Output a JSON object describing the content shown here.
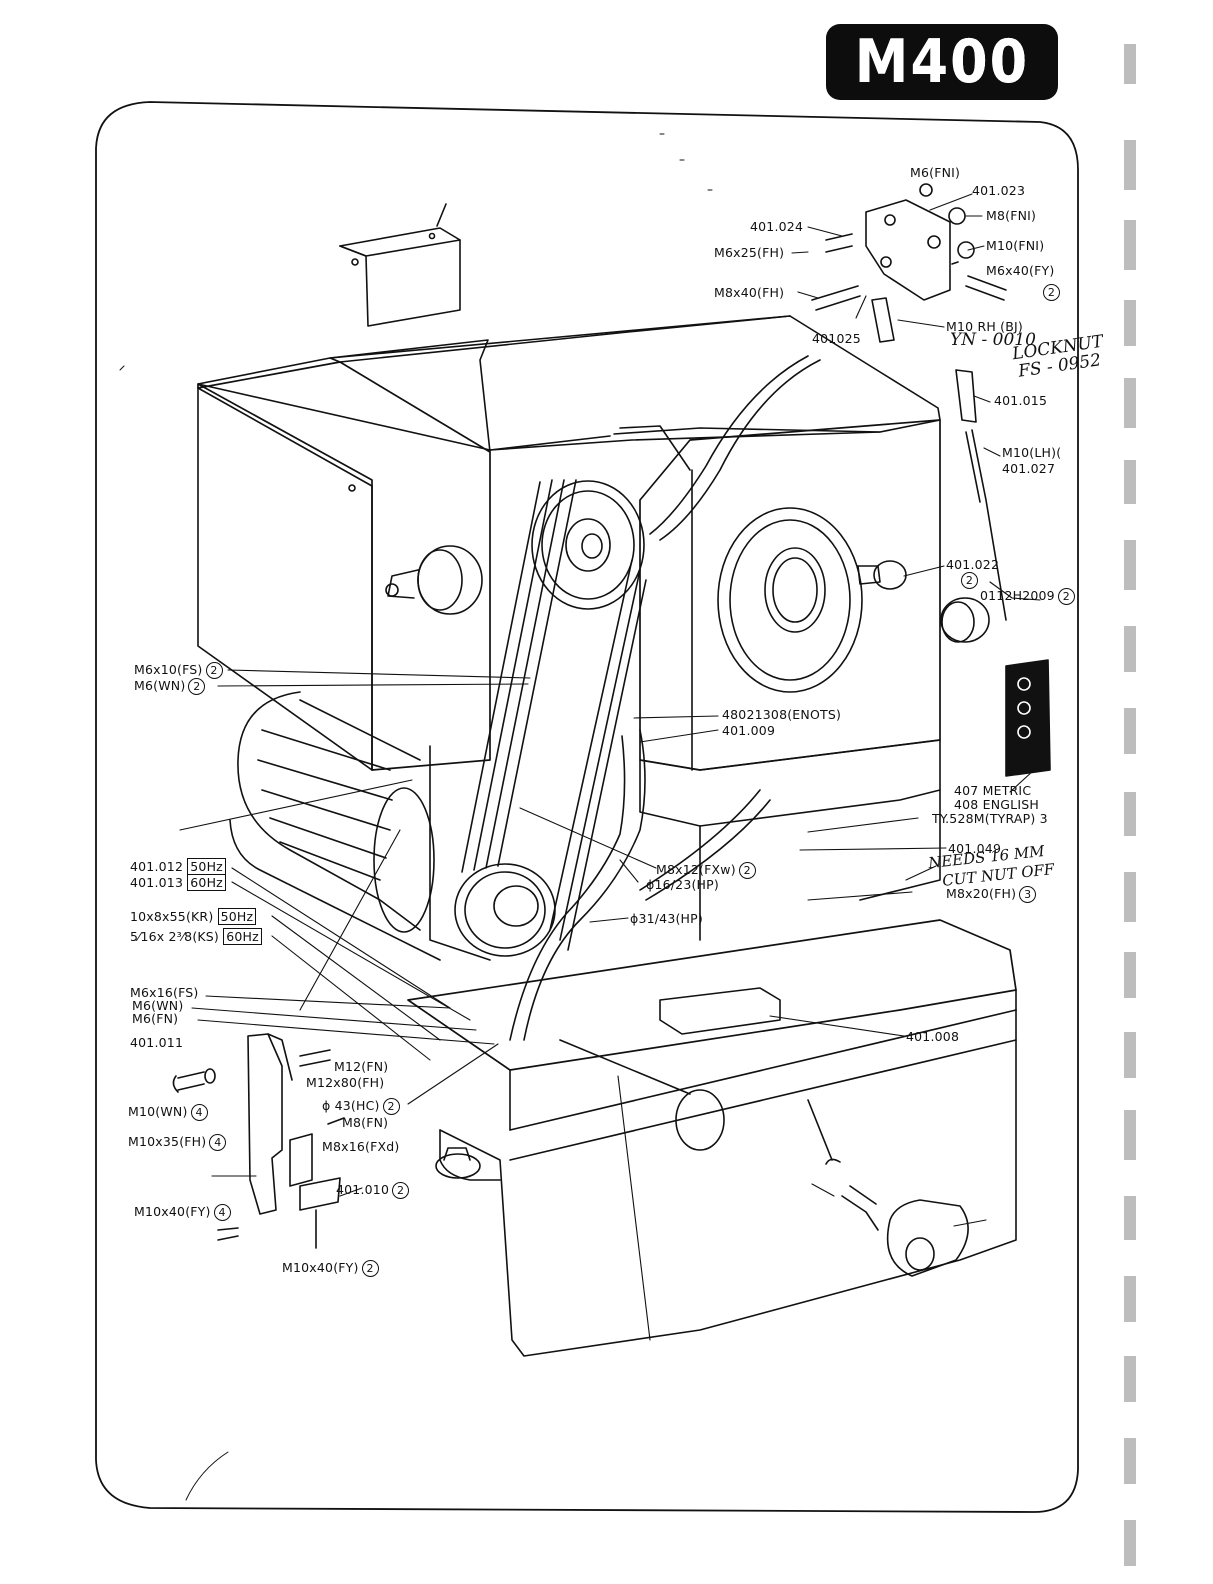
{
  "title": "M400",
  "labels": {
    "m6_fni": "M6(FNI)",
    "p401023": "401.023",
    "p401024": "401.024",
    "m8_fni": "M8(FNI)",
    "m6x25_fh": "M6x25(FH)",
    "m10_fni": "M10(FNI)",
    "m6x40_fy": "M6x40(FY)",
    "m6x40_fy_qty": "2",
    "m8x40_fh": "M8x40(FH)",
    "p401025": "401025",
    "m10_rh_bj": "M10 RH (BJ)",
    "yn0010": "YN - 0010",
    "locknut": "LOCKNUT",
    "fs0952": "FS - 0952",
    "p401015": "401.015",
    "m10_lh": "M10(LH)(",
    "p401027": "401.027",
    "p401022": "401.022",
    "p401022_qty": "2",
    "p0112h2009": "0112H2009",
    "p0112h2009_qty": "2",
    "m6x10_fs": "M6x10(FS)",
    "m6x10_fs_qty": "2",
    "m6_wn": "M6(WN)",
    "m6_wn_qty": "2",
    "p48021308": "48021308(ENOTS)",
    "p401009": "401.009",
    "p407": "407 METRIC",
    "p408": "408 ENGLISH",
    "ty528m": "TY.528M(TYRAP) 3",
    "p401049": "401.049",
    "hand_note1": "NEEDS 16 MM",
    "hand_note2": "CUT NUT OFF",
    "m8x20_fh": "M8x20(FH)",
    "m8x20_fh_qty": "3",
    "p401012": "401.012",
    "hz50a": "50Hz",
    "p401013": "401.013",
    "hz60a": "60Hz",
    "m8x12_fxw": "M8x12(FXw)",
    "m8x12_fxw_qty": "2",
    "phi16_23": "ϕ16/23(HP)",
    "belt_10x8": "10x8x55(KR)",
    "hz50b": "50Hz",
    "belt_516": "5⁄16x 2³⁄8(KS)",
    "hz60b": "60Hz",
    "phi31_43": "ϕ31/43(HP)",
    "m6x16_fs": "M6x16(FS)",
    "m6_wn2": "M6(WN)",
    "m6_fn": "M6(FN)",
    "p401008": "401.008",
    "p401011": "401.011",
    "m12_fn": "M12(FN)",
    "m12x80_fh": "M12x80(FH)",
    "m10_wn": "M10(WN)",
    "m10_wn_qty": "4",
    "phi43_hc": "ϕ 43(HC)",
    "phi43_hc_qty": "2",
    "m8_fn": "M8(FN)",
    "m10x35_fh": "M10x35(FH)",
    "m10x35_fh_qty": "4",
    "m8x16_fxd": "M8x16(FXd)",
    "p401010": "401.010",
    "p401010_qty": "2",
    "m10x40_fy_l": "M10x40(FY)",
    "m10x40_fy_l_qty": "4",
    "m10x40_fy_b": "M10x40(FY)",
    "m10x40_fy_b_qty": "2"
  }
}
